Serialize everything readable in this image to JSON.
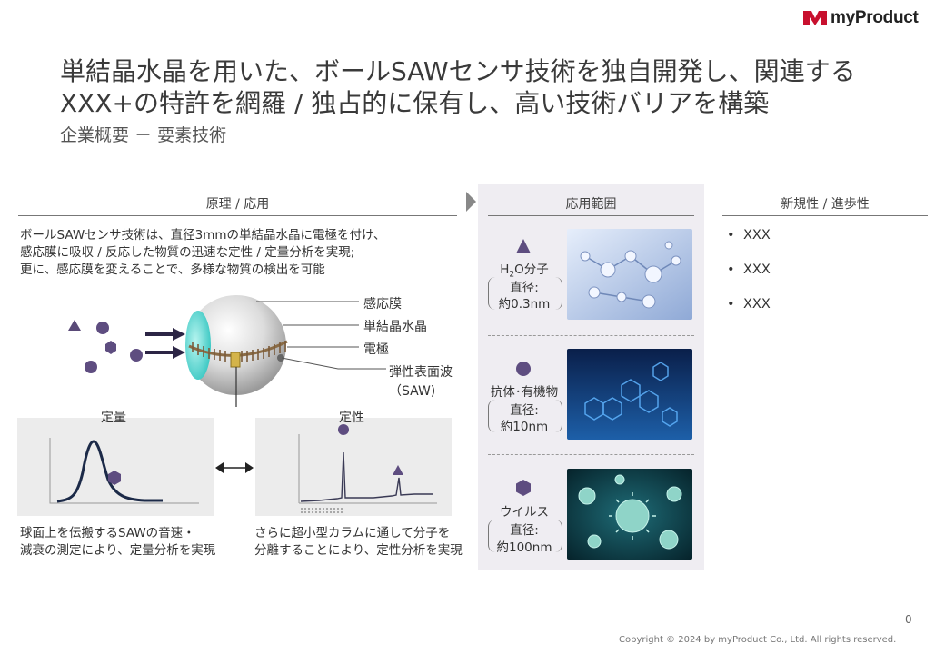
{
  "logo": {
    "text": "myProduct",
    "brand_color": "#c8102e"
  },
  "title": {
    "line1": "単結晶水晶を用いた、ボールSAWセンサ技術を独自開発し、関連する",
    "line2": "XXX+の特許を網羅 / 独占的に保有し、高い技術バリアを構築",
    "subtitle": "企業概要 － 要素技術"
  },
  "principle": {
    "header": "原理 / 応用",
    "description": [
      "ボールSAWセンサ技術は、直径3mmの単結晶水晶に電極を付け、",
      "感応膜に吸収 / 反応した物質の迅速な定性 / 定量分析を実現;",
      "更に、感応膜を変えることで、多様な物質の検出を可能"
    ],
    "labels": {
      "membrane": "感応膜",
      "crystal": "単結晶水晶",
      "electrode": "電極",
      "saw_line1": "弾性表面波",
      "saw_line2": "（SAW)"
    },
    "quantitative": {
      "title": "定量",
      "caption": [
        "球面上を伝搬するSAWの音速・",
        "減衰の測定により、定量分析を実現"
      ]
    },
    "qualitative": {
      "title": "定性",
      "caption": [
        "さらに超小型カラムに通して分子を",
        "分離することにより、定性分析を実現"
      ]
    }
  },
  "applications": {
    "header": "応用範囲",
    "items": [
      {
        "icon": "triangle-icon",
        "name_main": "H",
        "name_sub": "2",
        "name_rest": "O分子",
        "size_label": "直径:",
        "size_value": "約0.3nm"
      },
      {
        "icon": "circle-icon",
        "name": "抗体･有機物",
        "size_label": "直径:",
        "size_value": "約10nm"
      },
      {
        "icon": "hexagon-icon",
        "name": "ウイルス",
        "size_label": "直径:",
        "size_value": "約100nm"
      }
    ]
  },
  "novelty": {
    "header": "新規性 / 進歩性",
    "bullets": [
      "XXX",
      "XXX",
      "XXX"
    ]
  },
  "footer": {
    "page_number": "0",
    "copyright": "Copyright © 2024 by myProduct Co., Ltd.  All rights reserved."
  }
}
